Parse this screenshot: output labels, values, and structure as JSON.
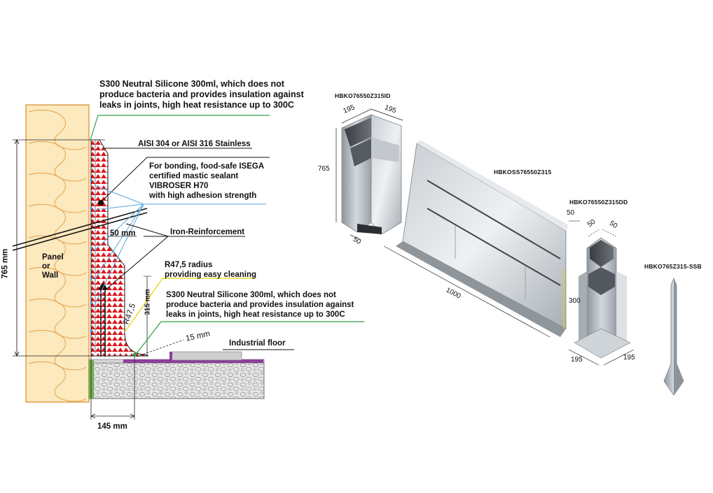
{
  "section": {
    "silicone_top": "S300 Neutral Silicone 300ml, which does not\nproduce bacteria and provides insulation against\nleaks in joints, high heat resistance up to 300C",
    "stainless": "AISI 304 or AISI 316 Stainless",
    "mastic": "For bonding, food-safe ISEGA\ncertified mastic sealant\nVIBROSER H70\nwith high adhesion strength",
    "gap": "50 mm",
    "iron": "Iron-Reinforcement",
    "radius": "R47,5 radius\nproviding easy cleaning",
    "silicone_bottom": "S300 Neutral Silicone 300ml, which does not\nproduce bacteria and provides insulation against\nleaks in joints, high heat resistance up to 300C",
    "panel": "Panel\nor\nWall",
    "height": "765 mm",
    "r": "R47,5",
    "h315": "315 mm",
    "floor_gap": "15 mm",
    "floor": "Industrial floor",
    "width": "145 mm"
  },
  "products": {
    "id_code": "HBKO76550Z315ID",
    "ss_code": "HBKOSS76550Z315",
    "dd_code": "HBKO76550Z315DD",
    "ssb_code": "HBKO765Z315-SSB",
    "dim_195": "195",
    "dim_765": "765",
    "dim_50": "50",
    "dim_1000": "1000",
    "dim_300": "300"
  },
  "colors": {
    "insulation": "#fce9bd",
    "sealant": "#d9181f",
    "stainless": "#b9bfc6",
    "callout_green": "#2ea043",
    "callout_blue": "#5aa6e0",
    "callout_yellow": "#e6d200",
    "floor_purple": "#8d3e9b"
  }
}
